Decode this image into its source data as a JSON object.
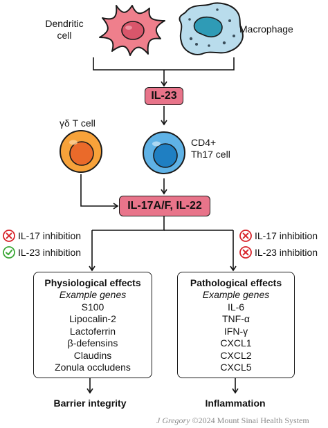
{
  "cells": {
    "dendritic_label": "Dendritic\ncell",
    "macrophage_label": "Macrophage",
    "gd_t_label": "γδ T cell",
    "th17_label": "CD4+\nTh17 cell"
  },
  "cytokines": {
    "il23": "IL-23",
    "il17_22": "IL-17A/F, IL-22"
  },
  "left_status": [
    {
      "icon": "x",
      "text": "IL-17 inhibition"
    },
    {
      "icon": "check",
      "text": "IL-23 inhibition"
    }
  ],
  "right_status": [
    {
      "icon": "x",
      "text": "IL-17 inhibition"
    },
    {
      "icon": "x",
      "text": "IL-23 inhibition"
    }
  ],
  "physiological": {
    "title": "Physiological effects",
    "subtitle": "Example genes",
    "genes": [
      "S100",
      "Lipocalin-2",
      "Lactoferrin",
      "β-defensins",
      "Claudins",
      "Zonula occludens"
    ],
    "outcome": "Barrier integrity"
  },
  "pathological": {
    "title": "Pathological effects",
    "subtitle": "Example genes",
    "genes": [
      "IL-6",
      "TNF-α",
      "IFN-γ",
      "CXCL1",
      "CXCL2",
      "CXCL5"
    ],
    "outcome": "Inflammation"
  },
  "credit": {
    "author": "J Gregory",
    "rest": " ©2024 Mount Sinai Health System"
  },
  "colors": {
    "cytokine_fill": "#e8748a",
    "dendritic": "#ef7f8c",
    "macrophage_body": "#b9dcec",
    "macrophage_nucleus": "#2f9bb6",
    "gd_t_outer": "#f7a23a",
    "th17_outer": "#5fb2e6",
    "red_x": "#d8232a",
    "green_check": "#3aa635"
  }
}
